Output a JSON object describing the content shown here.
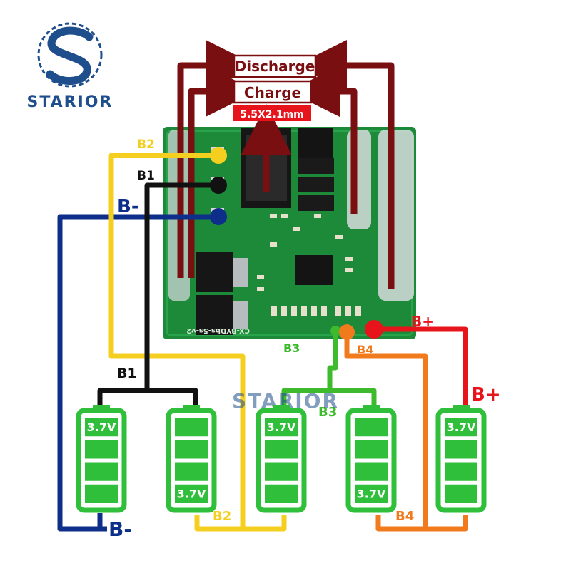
{
  "brand": {
    "name": "STARIOR",
    "watermark": "STARIOR",
    "primary_color": "#1f4e8c"
  },
  "labels": {
    "discharge": "Discharge",
    "charge": "Charge",
    "dc_jack": "5.5X2.1mm",
    "b2_top": "B2",
    "b1_top": "B1",
    "b_minus_top": "B-",
    "b_plus_right": "B+",
    "b3_mid": "B3",
    "b4_mid": "B4",
    "b1_bottom": "B1",
    "b3_bottom": "B3",
    "b_plus_bottom": "B+",
    "b_minus_bottom": "B-",
    "b2_bottom": "B2",
    "b4_bottom": "B4",
    "pcb_marking": "CX-BYDbs-5s-v2"
  },
  "cells": [
    {
      "voltage": "3.7V",
      "label_position": "top"
    },
    {
      "voltage": "3.7V",
      "label_position": "bottom"
    },
    {
      "voltage": "3.7V",
      "label_position": "top"
    },
    {
      "voltage": "3.7V",
      "label_position": "bottom"
    },
    {
      "voltage": "3.7V",
      "label_position": "top"
    }
  ],
  "colors": {
    "discharge_wire": "#7a0f12",
    "b2_wire": "#f5cf1f",
    "b1_wire": "#111111",
    "b_minus_wire": "#0d2f8a",
    "b3_wire": "#3dbb2c",
    "b4_wire": "#f07a1c",
    "b_plus_wire": "#e8141b",
    "cell_green": "#2fbf3a",
    "pcb_green": "#1d8a3a"
  }
}
